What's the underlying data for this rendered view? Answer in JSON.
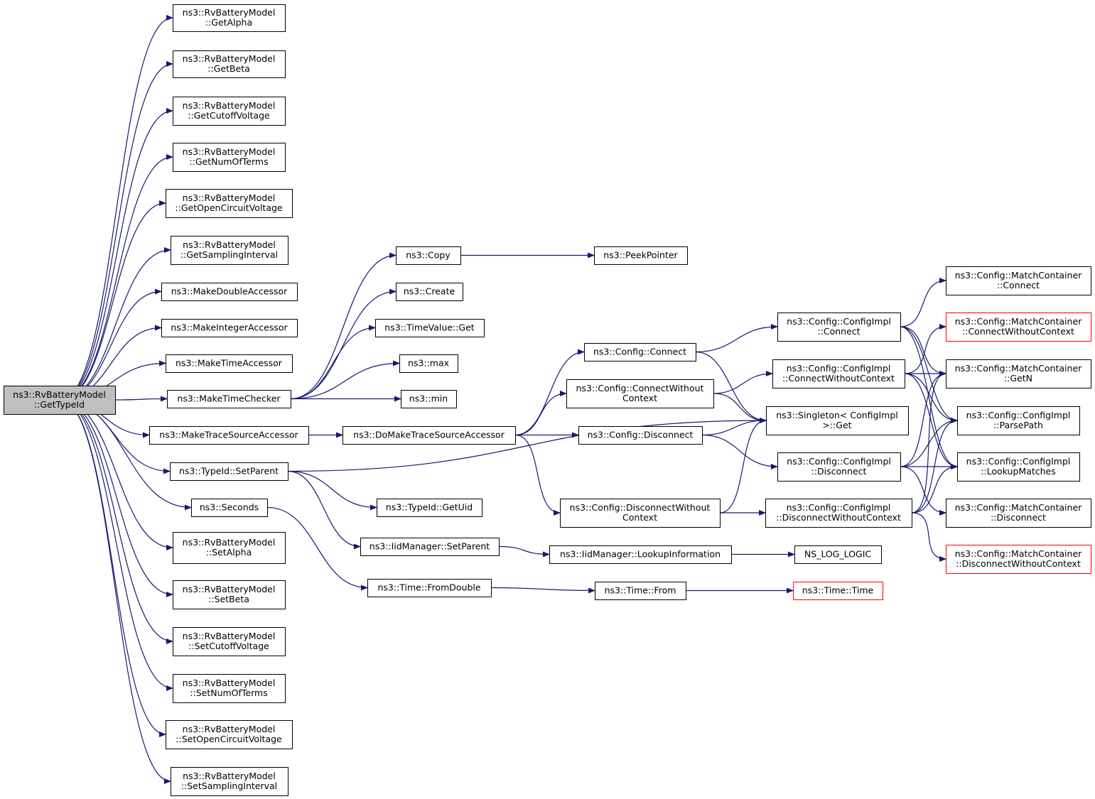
{
  "colors": {
    "edge": "#191970",
    "node_border": "#000000",
    "node_fill": "#ffffff",
    "root_fill": "#bfbfbf",
    "truncated_border": "#ff0000"
  },
  "nodes": [
    {
      "id": "root",
      "lines": [
        "ns3::RvBatteryModel",
        "::GetTypeId"
      ],
      "style": "root"
    },
    {
      "id": "getAlpha",
      "lines": [
        "ns3::RvBatteryModel",
        "::GetAlpha"
      ]
    },
    {
      "id": "getBeta",
      "lines": [
        "ns3::RvBatteryModel",
        "::GetBeta"
      ]
    },
    {
      "id": "getCutoff",
      "lines": [
        "ns3::RvBatteryModel",
        "::GetCutoffVoltage"
      ]
    },
    {
      "id": "getNumTerms",
      "lines": [
        "ns3::RvBatteryModel",
        "::GetNumOfTerms"
      ]
    },
    {
      "id": "getOpen",
      "lines": [
        "ns3::RvBatteryModel",
        "::GetOpenCircuitVoltage"
      ]
    },
    {
      "id": "getSampling",
      "lines": [
        "ns3::RvBatteryModel",
        "::GetSamplingInterval"
      ]
    },
    {
      "id": "makeDouble",
      "lines": [
        "ns3::MakeDoubleAccessor"
      ]
    },
    {
      "id": "makeInteger",
      "lines": [
        "ns3::MakeIntegerAccessor"
      ]
    },
    {
      "id": "makeTimeAcc",
      "lines": [
        "ns3::MakeTimeAccessor"
      ]
    },
    {
      "id": "makeTimeChk",
      "lines": [
        "ns3::MakeTimeChecker"
      ]
    },
    {
      "id": "makeTrace",
      "lines": [
        "ns3::MakeTraceSourceAccessor"
      ]
    },
    {
      "id": "setParent",
      "lines": [
        "ns3::TypeId::SetParent"
      ]
    },
    {
      "id": "seconds",
      "lines": [
        "ns3::Seconds"
      ]
    },
    {
      "id": "setAlpha",
      "lines": [
        "ns3::RvBatteryModel",
        "::SetAlpha"
      ]
    },
    {
      "id": "setBeta",
      "lines": [
        "ns3::RvBatteryModel",
        "::SetBeta"
      ]
    },
    {
      "id": "setCutoff",
      "lines": [
        "ns3::RvBatteryModel",
        "::SetCutoffVoltage"
      ]
    },
    {
      "id": "setNumTerms",
      "lines": [
        "ns3::RvBatteryModel",
        "::SetNumOfTerms"
      ]
    },
    {
      "id": "setOpen",
      "lines": [
        "ns3::RvBatteryModel",
        "::SetOpenCircuitVoltage"
      ]
    },
    {
      "id": "setSampling",
      "lines": [
        "ns3::RvBatteryModel",
        "::SetSamplingInterval"
      ]
    },
    {
      "id": "copy",
      "lines": [
        "ns3::Copy"
      ]
    },
    {
      "id": "create",
      "lines": [
        "ns3::Create"
      ]
    },
    {
      "id": "timeValueGet",
      "lines": [
        "ns3::TimeValue::Get"
      ]
    },
    {
      "id": "max",
      "lines": [
        "ns3::max"
      ]
    },
    {
      "id": "min",
      "lines": [
        "ns3::min"
      ]
    },
    {
      "id": "doMakeTrace",
      "lines": [
        "ns3::DoMakeTraceSourceAccessor"
      ]
    },
    {
      "id": "getUid",
      "lines": [
        "ns3::TypeId::GetUid"
      ]
    },
    {
      "id": "iidSetParent",
      "lines": [
        "ns3::IidManager::SetParent"
      ]
    },
    {
      "id": "fromDouble",
      "lines": [
        "ns3::Time::FromDouble"
      ]
    },
    {
      "id": "peekPointer",
      "lines": [
        "ns3::PeekPointer"
      ]
    },
    {
      "id": "cfgConnect",
      "lines": [
        "ns3::Config::Connect"
      ]
    },
    {
      "id": "cfgConnectWC",
      "lines": [
        "ns3::Config::ConnectWithout",
        "Context"
      ]
    },
    {
      "id": "cfgDisconnect",
      "lines": [
        "ns3::Config::Disconnect"
      ]
    },
    {
      "id": "cfgDisconnectWC",
      "lines": [
        "ns3::Config::DisconnectWithout",
        "Context"
      ]
    },
    {
      "id": "lookupInfo",
      "lines": [
        "ns3::IidManager::LookupInformation"
      ]
    },
    {
      "id": "timeFrom",
      "lines": [
        "ns3::Time::From"
      ]
    },
    {
      "id": "implConnect",
      "lines": [
        "ns3::Config::ConfigImpl",
        "::Connect"
      ]
    },
    {
      "id": "implConnectWC",
      "lines": [
        "ns3::Config::ConfigImpl",
        "::ConnectWithoutContext"
      ]
    },
    {
      "id": "singletonGet",
      "lines": [
        "ns3::Singleton< ConfigImpl",
        " >::Get"
      ]
    },
    {
      "id": "implDisconnect",
      "lines": [
        "ns3::Config::ConfigImpl",
        "::Disconnect"
      ]
    },
    {
      "id": "implDisconnectWC",
      "lines": [
        "ns3::Config::ConfigImpl",
        "::DisconnectWithoutContext"
      ]
    },
    {
      "id": "nsLogLogic",
      "lines": [
        "NS_LOG_LOGIC"
      ]
    },
    {
      "id": "timeTime",
      "lines": [
        "ns3::Time::Time"
      ],
      "style": "truncated"
    },
    {
      "id": "mcConnect",
      "lines": [
        "ns3::Config::MatchContainer",
        "::Connect"
      ]
    },
    {
      "id": "mcConnectWC",
      "lines": [
        "ns3::Config::MatchContainer",
        "::ConnectWithoutContext"
      ],
      "style": "truncated"
    },
    {
      "id": "mcGetN",
      "lines": [
        "ns3::Config::MatchContainer",
        "::GetN"
      ]
    },
    {
      "id": "parsePath",
      "lines": [
        "ns3::Config::ConfigImpl",
        "::ParsePath"
      ]
    },
    {
      "id": "lookupMatches",
      "lines": [
        "ns3::Config::ConfigImpl",
        "::LookupMatches"
      ]
    },
    {
      "id": "mcDisconnect",
      "lines": [
        "ns3::Config::MatchContainer",
        "::Disconnect"
      ]
    },
    {
      "id": "mcDisconnectWC",
      "lines": [
        "ns3::Config::MatchContainer",
        "::DisconnectWithoutContext"
      ],
      "style": "truncated"
    }
  ],
  "edges": [
    [
      "root",
      "getAlpha"
    ],
    [
      "root",
      "getBeta"
    ],
    [
      "root",
      "getCutoff"
    ],
    [
      "root",
      "getNumTerms"
    ],
    [
      "root",
      "getOpen"
    ],
    [
      "root",
      "getSampling"
    ],
    [
      "root",
      "makeDouble"
    ],
    [
      "root",
      "makeInteger"
    ],
    [
      "root",
      "makeTimeAcc"
    ],
    [
      "root",
      "makeTimeChk"
    ],
    [
      "root",
      "makeTrace"
    ],
    [
      "root",
      "setParent"
    ],
    [
      "root",
      "seconds"
    ],
    [
      "root",
      "setAlpha"
    ],
    [
      "root",
      "setBeta"
    ],
    [
      "root",
      "setCutoff"
    ],
    [
      "root",
      "setNumTerms"
    ],
    [
      "root",
      "setOpen"
    ],
    [
      "root",
      "setSampling"
    ],
    [
      "makeTimeChk",
      "copy"
    ],
    [
      "makeTimeChk",
      "create"
    ],
    [
      "makeTimeChk",
      "timeValueGet"
    ],
    [
      "makeTimeChk",
      "max"
    ],
    [
      "makeTimeChk",
      "min"
    ],
    [
      "makeTrace",
      "doMakeTrace"
    ],
    [
      "setParent",
      "getUid"
    ],
    [
      "setParent",
      "iidSetParent"
    ],
    [
      "setParent",
      "singletonGet"
    ],
    [
      "seconds",
      "fromDouble"
    ],
    [
      "copy",
      "peekPointer"
    ],
    [
      "doMakeTrace",
      "cfgConnect"
    ],
    [
      "doMakeTrace",
      "cfgConnectWC"
    ],
    [
      "doMakeTrace",
      "cfgDisconnect"
    ],
    [
      "doMakeTrace",
      "cfgDisconnectWC"
    ],
    [
      "iidSetParent",
      "lookupInfo"
    ],
    [
      "fromDouble",
      "timeFrom"
    ],
    [
      "cfgConnect",
      "implConnect"
    ],
    [
      "cfgConnect",
      "singletonGet"
    ],
    [
      "cfgConnectWC",
      "implConnectWC"
    ],
    [
      "cfgConnectWC",
      "singletonGet"
    ],
    [
      "cfgDisconnect",
      "singletonGet"
    ],
    [
      "cfgDisconnect",
      "implDisconnect"
    ],
    [
      "cfgDisconnectWC",
      "singletonGet"
    ],
    [
      "cfgDisconnectWC",
      "implDisconnectWC"
    ],
    [
      "lookupInfo",
      "nsLogLogic"
    ],
    [
      "timeFrom",
      "timeTime"
    ],
    [
      "implConnect",
      "mcConnect"
    ],
    [
      "implConnect",
      "mcGetN"
    ],
    [
      "implConnect",
      "parsePath"
    ],
    [
      "implConnect",
      "lookupMatches"
    ],
    [
      "implConnectWC",
      "mcConnectWC"
    ],
    [
      "implConnectWC",
      "mcGetN"
    ],
    [
      "implConnectWC",
      "parsePath"
    ],
    [
      "implConnectWC",
      "lookupMatches"
    ],
    [
      "implDisconnect",
      "mcGetN"
    ],
    [
      "implDisconnect",
      "parsePath"
    ],
    [
      "implDisconnect",
      "lookupMatches"
    ],
    [
      "implDisconnect",
      "mcDisconnect"
    ],
    [
      "implDisconnectWC",
      "mcGetN"
    ],
    [
      "implDisconnectWC",
      "parsePath"
    ],
    [
      "implDisconnectWC",
      "lookupMatches"
    ],
    [
      "implDisconnectWC",
      "mcDisconnectWC"
    ]
  ]
}
